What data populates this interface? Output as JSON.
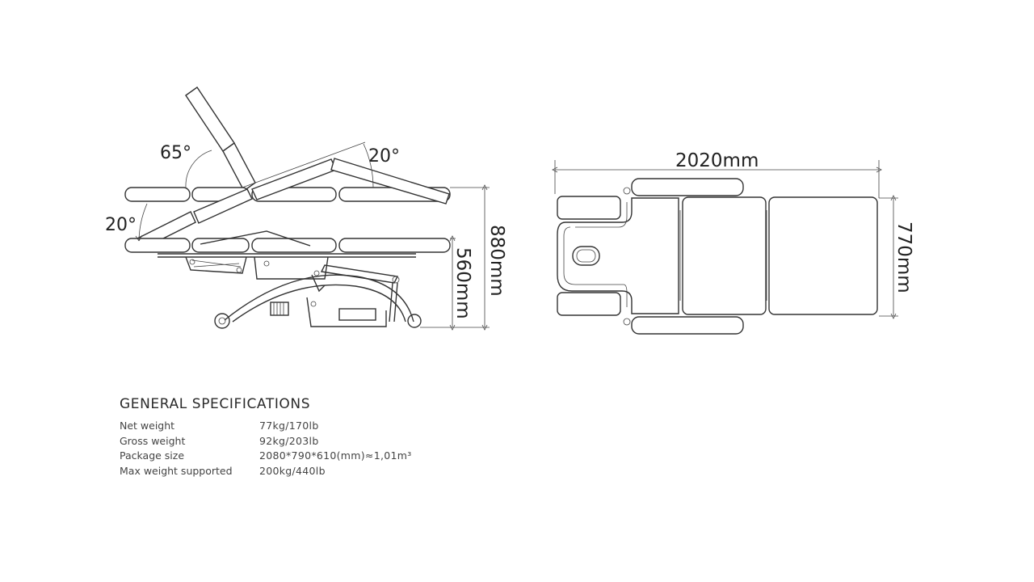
{
  "side_view": {
    "angle_back": "65°",
    "angle_seat": "20°",
    "angle_leg": "20°",
    "height_max": "880mm",
    "height_min": "560mm"
  },
  "top_view": {
    "length": "2020mm",
    "width": "770mm"
  },
  "specs": {
    "title": "GENERAL SPECIFICATIONS",
    "rows": [
      {
        "label": "Net weight",
        "value": "77kg/170lb"
      },
      {
        "label": "Gross weight",
        "value": "92kg/203lb"
      },
      {
        "label": "Package size",
        "value": "2080*790*610(mm)≈1,01m³"
      },
      {
        "label": "Max weight supported",
        "value": "200kg/440lb"
      }
    ]
  }
}
